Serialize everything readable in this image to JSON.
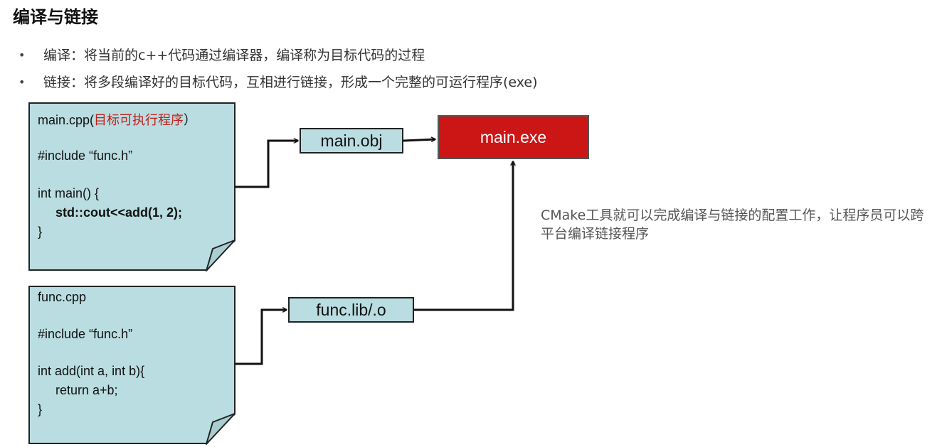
{
  "title": "编译与链接",
  "bullets": [
    "编译：将当前的c++代码通过编译器，编译称为目标代码的过程",
    "链接：将多段编译好的目标代码，互相进行链接，形成一个完整的可运行程序(exe)"
  ],
  "bullet_symbol": "•",
  "main_cpp": {
    "filename": "main.cpp(",
    "note": "目标可执行程序",
    "note_close": "）",
    "lines": [
      "#include “func.h”",
      "int main() {",
      "std::cout<<add(1, 2);",
      "}"
    ]
  },
  "func_cpp": {
    "filename": "func.cpp",
    "lines": [
      "#include “func.h”",
      "int add(int a, int b){",
      "return a+b;",
      "}"
    ]
  },
  "boxes": {
    "main_obj": "main.obj",
    "func_lib": "func.lib/.o",
    "main_exe": "main.exe"
  },
  "note": "CMake工具就可以完成编译与链接的配置工作，让程序员可以跨平台编译链接程序",
  "colors": {
    "doc_fill": "#b9dde1",
    "exe_fill": "#cc1616",
    "note_text": "#555555",
    "highlight_text": "#c0201a"
  }
}
